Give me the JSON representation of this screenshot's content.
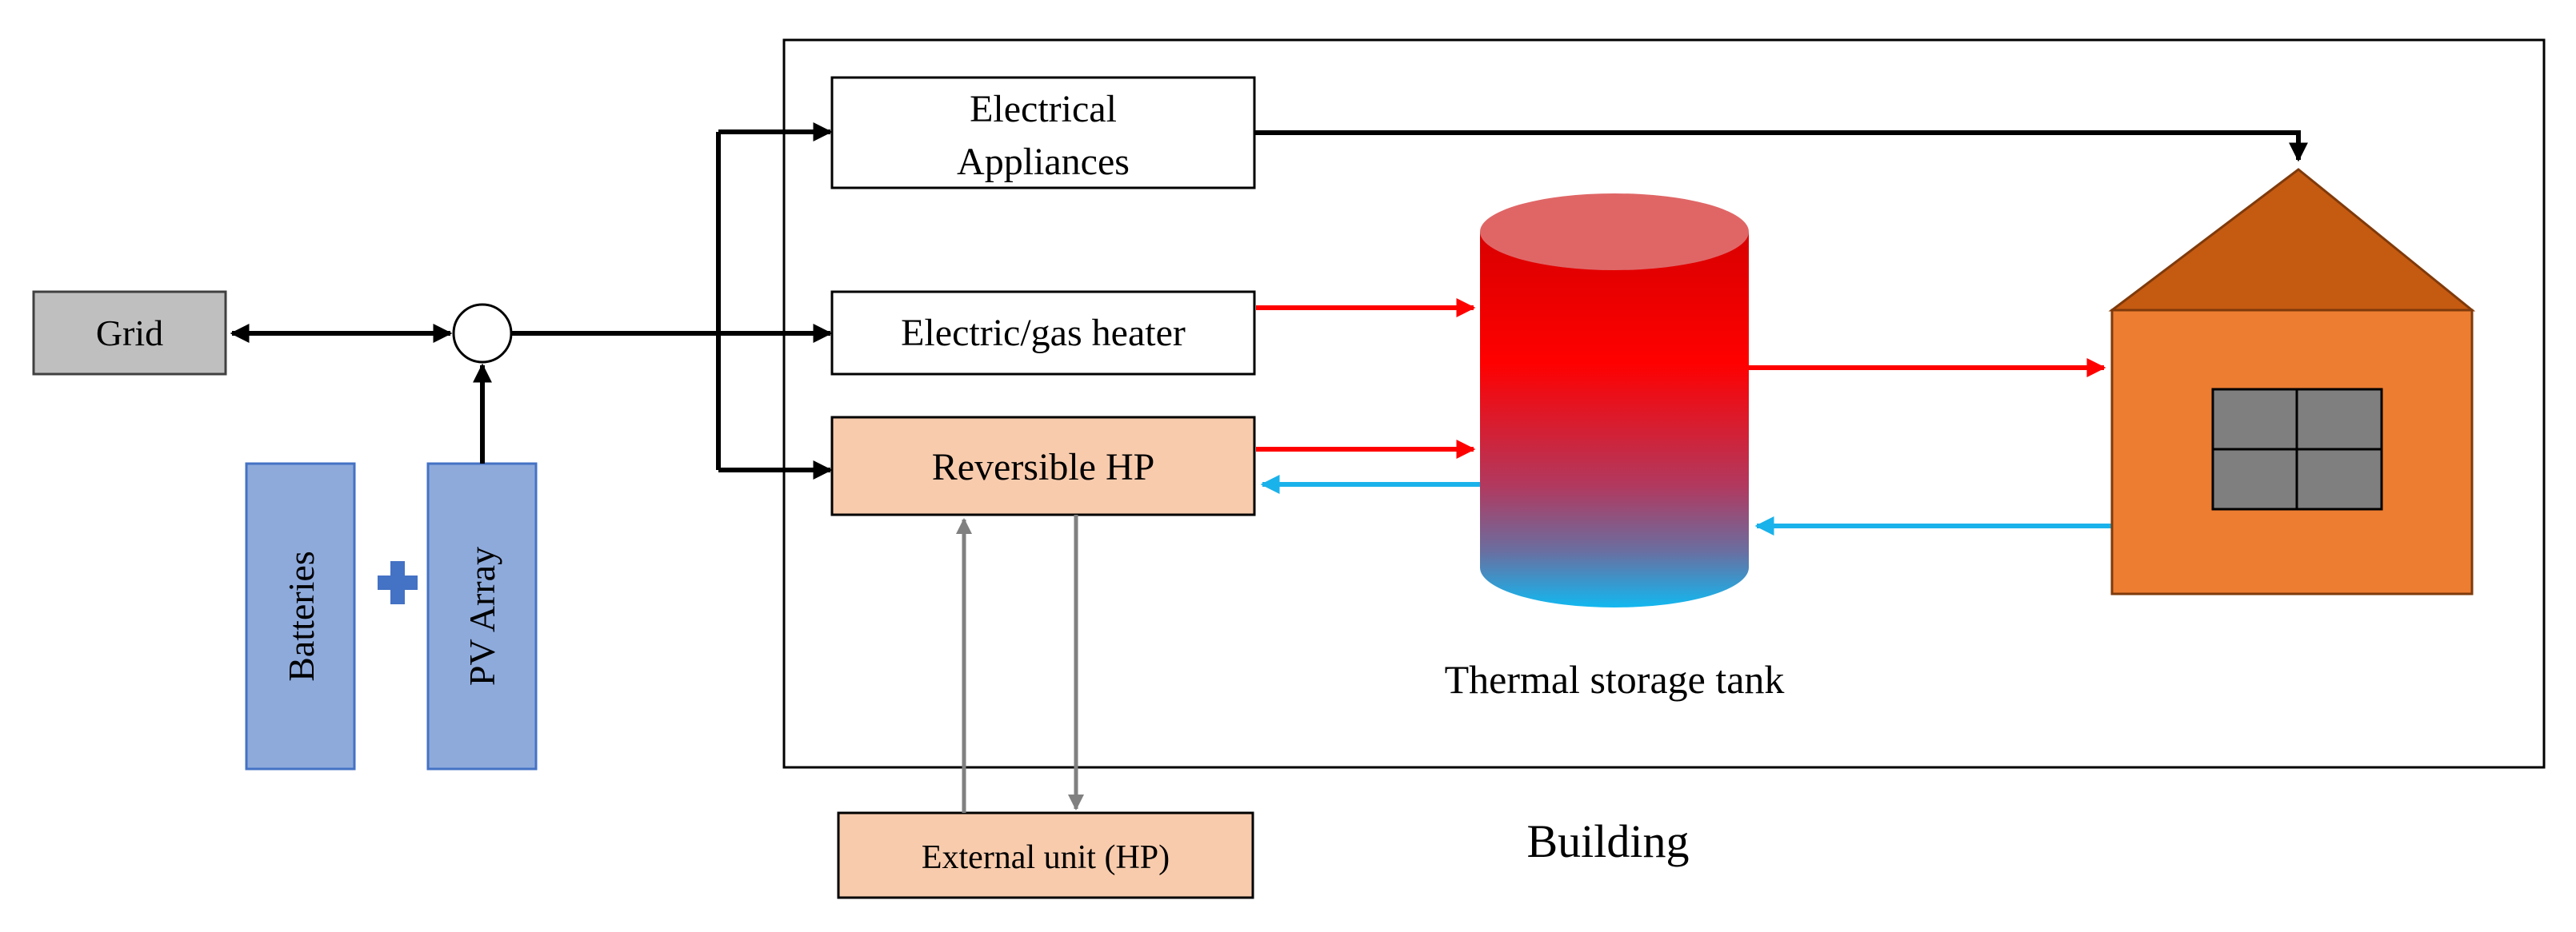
{
  "labels": {
    "grid": "Grid",
    "batteries": "Batteries",
    "pv_array": "PV Array",
    "electrical_appliances_line1": "Electrical",
    "electrical_appliances_line2": "Appliances",
    "heater": "Electric/gas heater",
    "reversible_hp": "Reversible HP",
    "external_unit": "External  unit (HP)",
    "thermal_storage_tank": "Thermal storage tank",
    "building": "Building"
  },
  "colors": {
    "grid_fill": "#bfbfbf",
    "battery_pv_fill": "#8eaadb",
    "battery_pv_stroke": "#4472c4",
    "plus_sign": "#4472c4",
    "hp_fill": "#f8cbad",
    "tank_top": "#e06666",
    "tank_red": "#ff0000",
    "tank_blue": "#1ab2ea",
    "house_roof": "#c55a11",
    "house_body": "#ed7d31",
    "window": "#7f7f7f",
    "hot_flow": "#ff0000",
    "cold_flow": "#1ab2ea",
    "outdoor_flow": "#808080"
  },
  "icons": {
    "plus": "plus-icon",
    "tank": "cylinder-tank-icon",
    "house": "house-icon",
    "junction": "junction-node"
  }
}
